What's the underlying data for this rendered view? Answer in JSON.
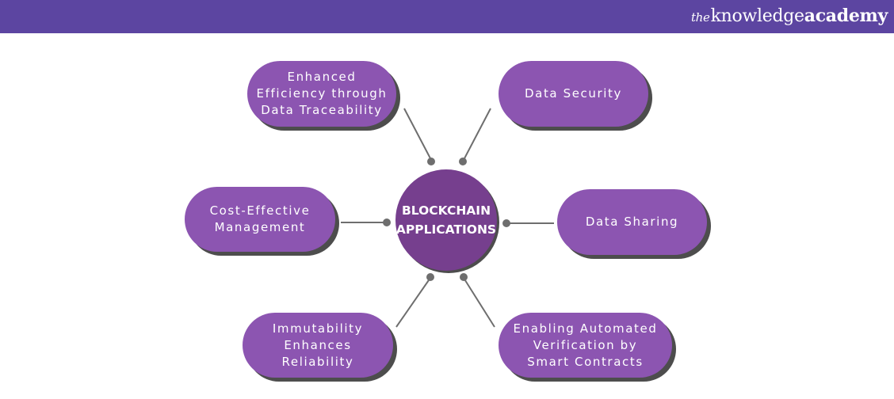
{
  "header": {
    "logo": {
      "prefix": "the",
      "word1": "knowledge",
      "word2": "academy"
    },
    "background_color": "#5c45a1"
  },
  "diagram": {
    "center": {
      "line1": "BLOCKCHAIN",
      "line2": "APPLICATIONS",
      "color": "#763f8e"
    },
    "node_color": "#8c55b1",
    "nodes": [
      {
        "id": "top-left",
        "lines": [
          "Enhanced",
          "Efficiency through",
          "Data Traceability"
        ]
      },
      {
        "id": "top-right",
        "lines": [
          "Data Security"
        ]
      },
      {
        "id": "middle-left",
        "lines": [
          "Cost-Effective",
          "Management"
        ]
      },
      {
        "id": "middle-right",
        "lines": [
          "Data Sharing"
        ]
      },
      {
        "id": "bottom-left",
        "lines": [
          "Immutability",
          "Enhances",
          "Reliability"
        ]
      },
      {
        "id": "bottom-right",
        "lines": [
          "Enabling Automated",
          "Verification by",
          "Smart Contracts"
        ]
      }
    ]
  }
}
